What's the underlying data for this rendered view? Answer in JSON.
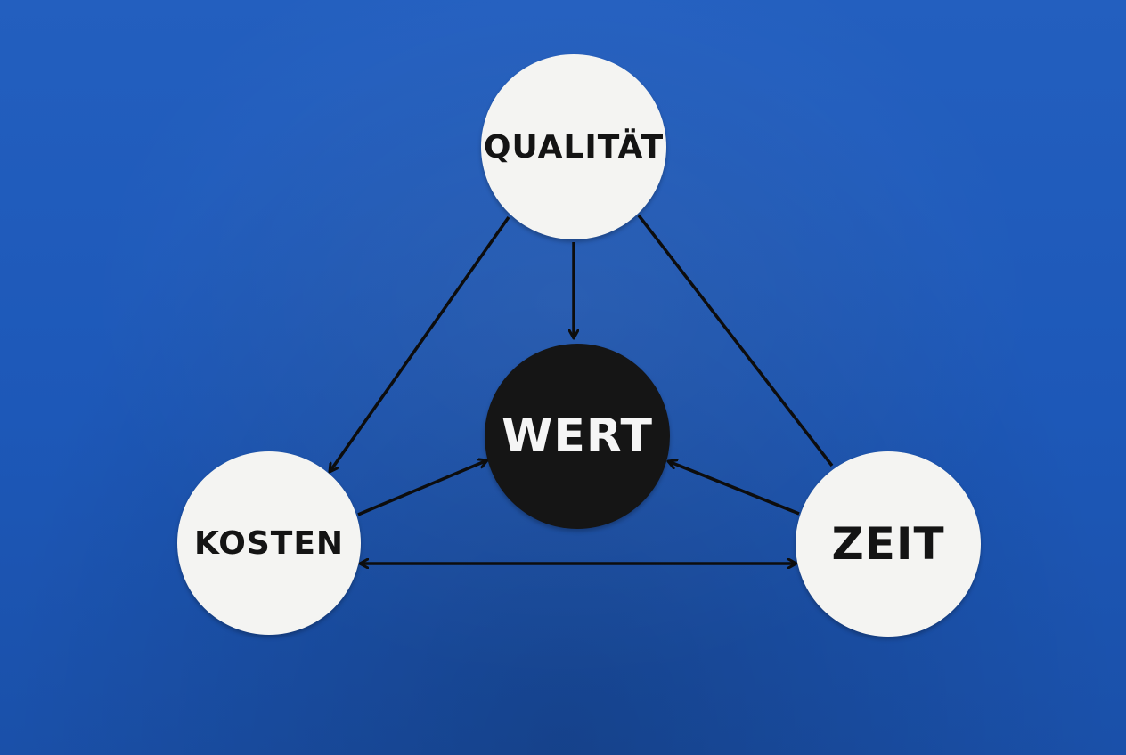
{
  "diagram": {
    "background_color": "#1f5dbd",
    "nodes": [
      {
        "id": "quality",
        "label": "QUALITÄT",
        "fill": "#f4f4f2",
        "text_color": "#141414"
      },
      {
        "id": "value",
        "label": "WERT",
        "fill": "#151515",
        "text_color": "#f5f5f5"
      },
      {
        "id": "cost",
        "label": "KOSTEN",
        "fill": "#f4f4f2",
        "text_color": "#141414"
      },
      {
        "id": "time",
        "label": "ZEIT",
        "fill": "#f4f4f2",
        "text_color": "#141414"
      }
    ],
    "edges": [
      {
        "from": "quality",
        "to": "value",
        "direction": "forward"
      },
      {
        "from": "quality",
        "to": "cost",
        "direction": "forward"
      },
      {
        "from": "quality",
        "to": "time",
        "direction": "none"
      },
      {
        "from": "cost",
        "to": "value",
        "direction": "forward"
      },
      {
        "from": "time",
        "to": "value",
        "direction": "forward"
      },
      {
        "from": "cost",
        "to": "time",
        "direction": "both"
      }
    ],
    "arrow_color": "#0d0d0d"
  }
}
